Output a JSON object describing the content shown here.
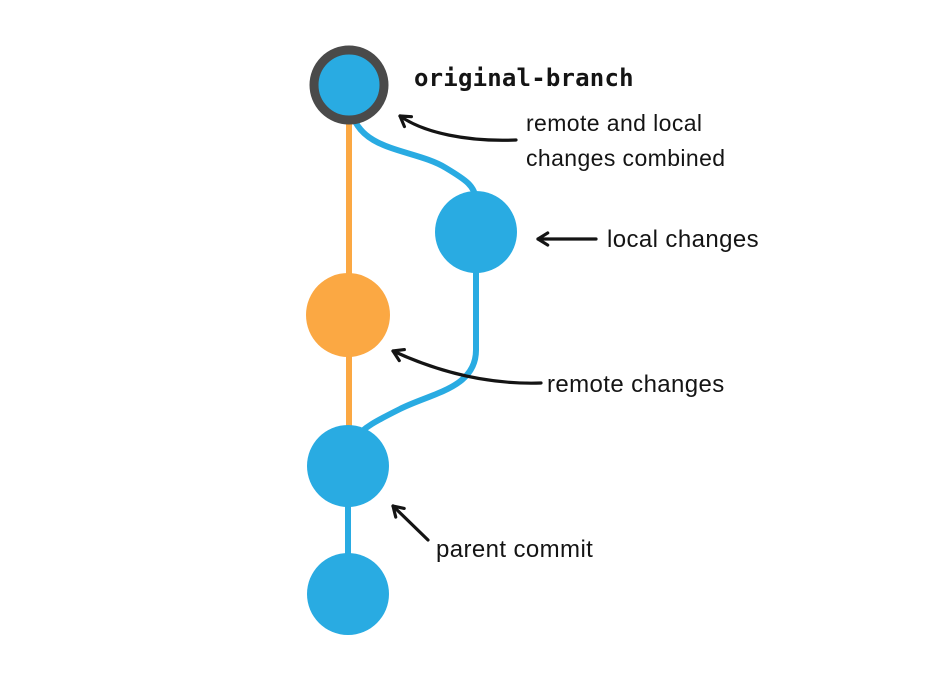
{
  "labels": {
    "branch_name": "original-branch",
    "combined_line1": "remote and local",
    "combined_line2": "changes combined",
    "local_changes": "local changes",
    "remote_changes": "remote changes",
    "parent_commit": "parent commit"
  },
  "colors": {
    "blue": "#29ABE2",
    "orange": "#FBA843",
    "ring": "#4A4A4A",
    "ink": "#141414",
    "background": "#FFFFFF"
  },
  "graph": {
    "nodes": [
      {
        "name": "merged-commit",
        "color": "blue",
        "ring": true,
        "branch_label": "original-branch",
        "annotation": "remote and local changes combined"
      },
      {
        "name": "local-changes-commit",
        "color": "blue",
        "ring": false,
        "annotation": "local changes"
      },
      {
        "name": "remote-changes-commit",
        "color": "orange",
        "ring": false,
        "annotation": "remote changes"
      },
      {
        "name": "parent-commit",
        "color": "blue",
        "ring": false,
        "annotation": "parent commit"
      },
      {
        "name": "base-commit",
        "color": "blue",
        "ring": false,
        "annotation": ""
      }
    ],
    "edges": [
      {
        "from": "base-commit",
        "to": "parent-commit",
        "branch": "trunk",
        "color": "blue"
      },
      {
        "from": "parent-commit",
        "to": "remote-changes-commit",
        "branch": "remote",
        "color": "orange"
      },
      {
        "from": "remote-changes-commit",
        "to": "merged-commit",
        "branch": "remote",
        "color": "orange"
      },
      {
        "from": "parent-commit",
        "to": "local-changes-commit",
        "branch": "local",
        "color": "blue"
      },
      {
        "from": "local-changes-commit",
        "to": "merged-commit",
        "branch": "local",
        "color": "blue"
      }
    ]
  }
}
